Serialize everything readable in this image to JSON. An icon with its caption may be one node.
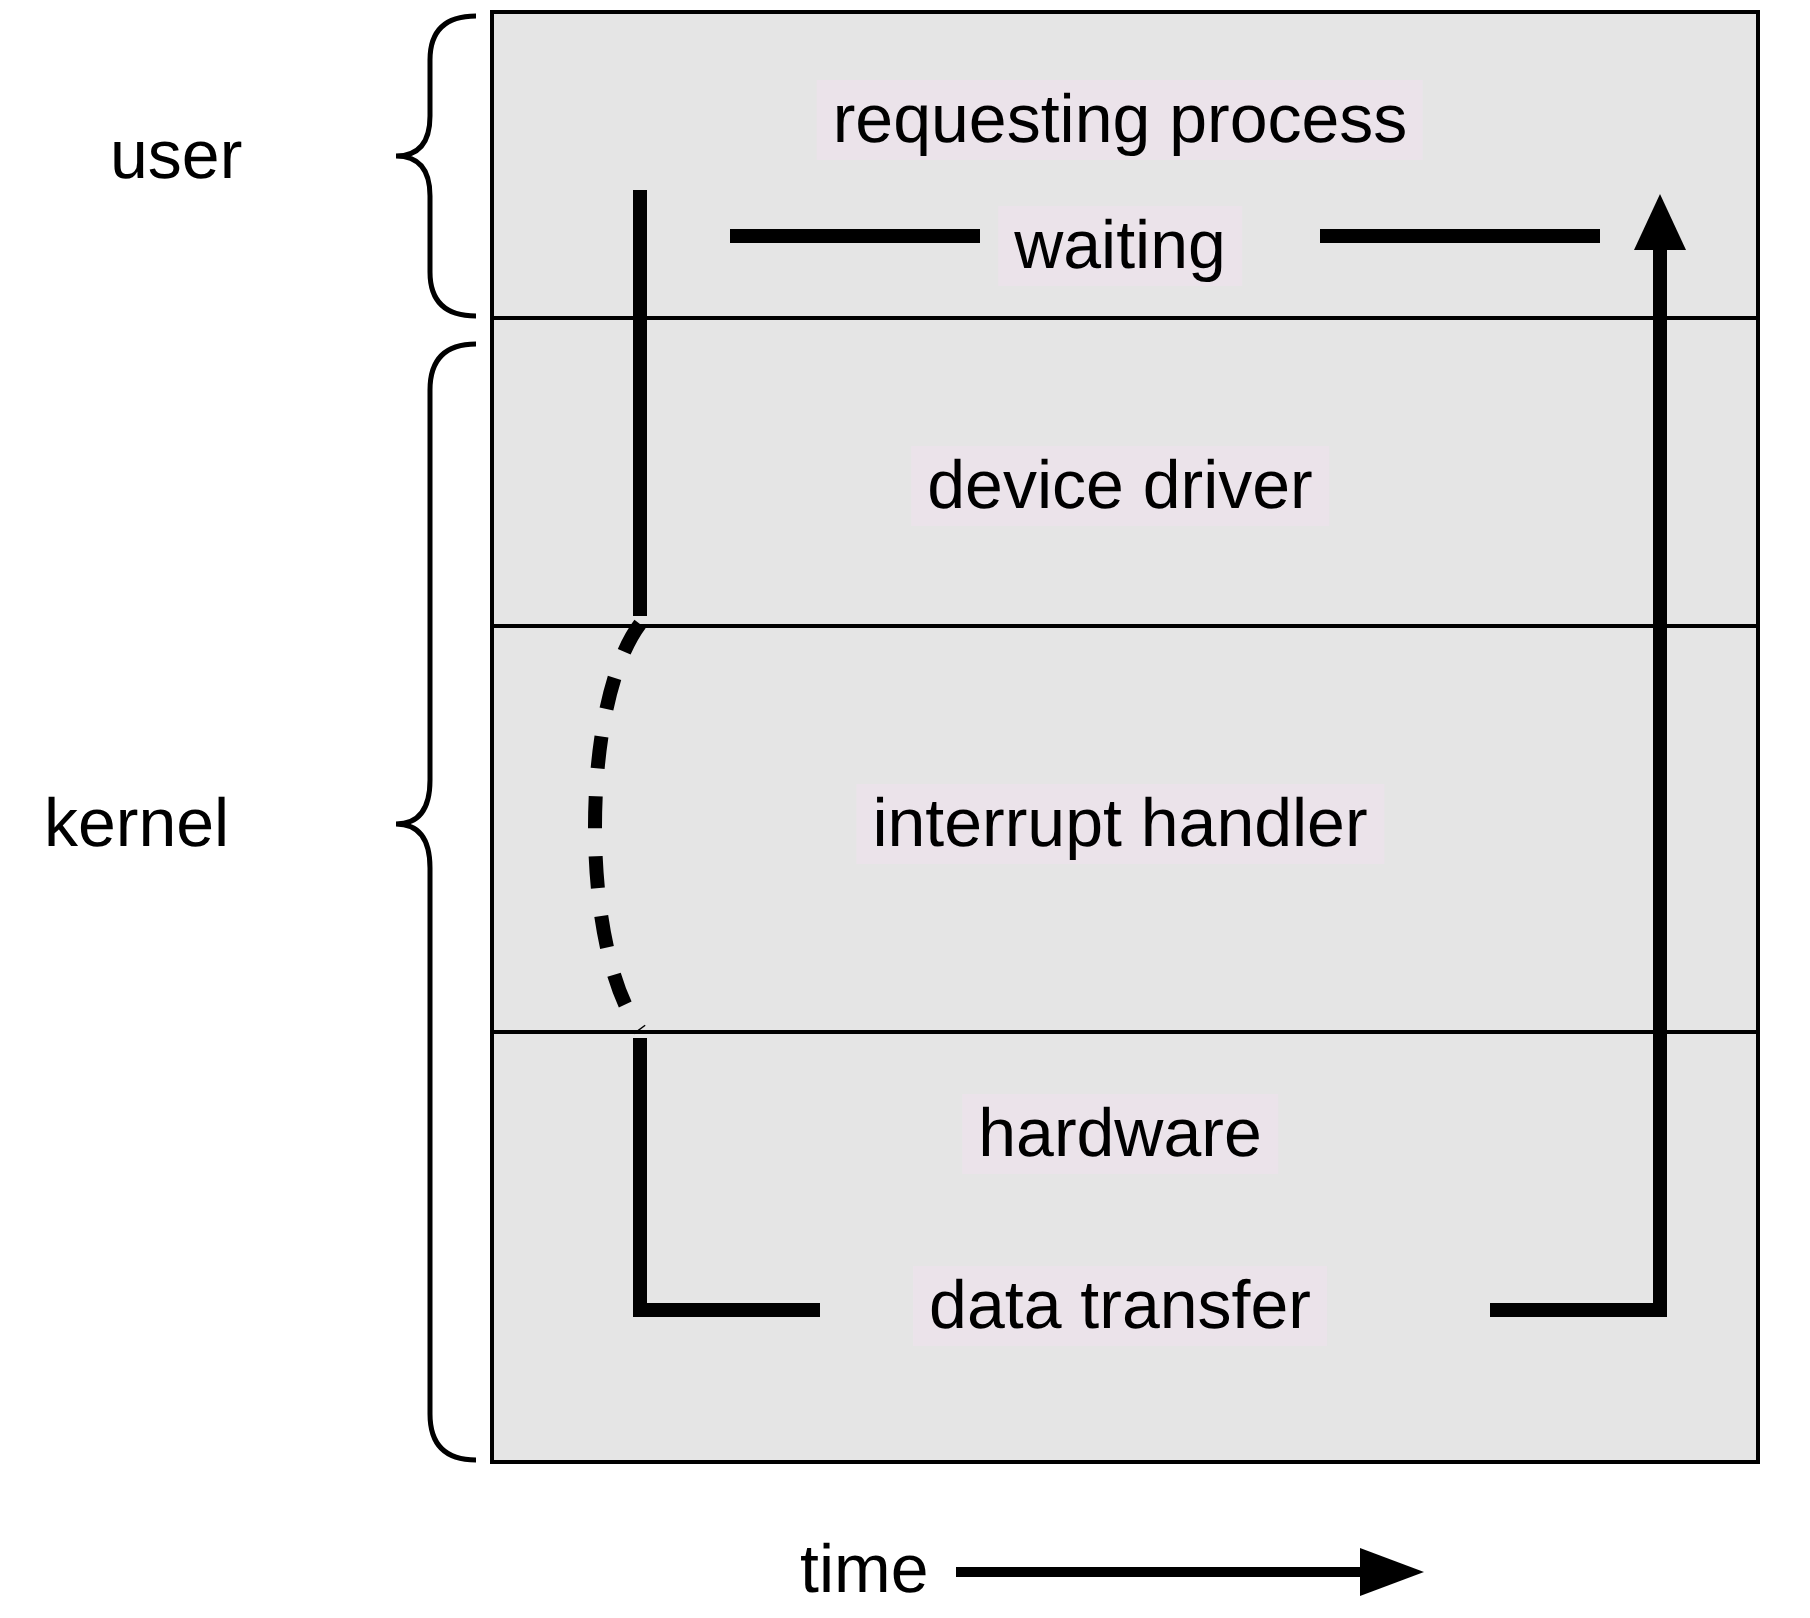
{
  "diagram": {
    "nodes": [
      {
        "text": [
          "requesting process",
          "waiting"
        ]
      },
      {
        "text": [
          "device driver"
        ]
      },
      {
        "text": [
          "interrupt handler"
        ]
      },
      {
        "text": [
          "hardware",
          "data transfer"
        ]
      }
    ],
    "labels": [
      "user",
      "kernel",
      "time"
    ]
  }
}
